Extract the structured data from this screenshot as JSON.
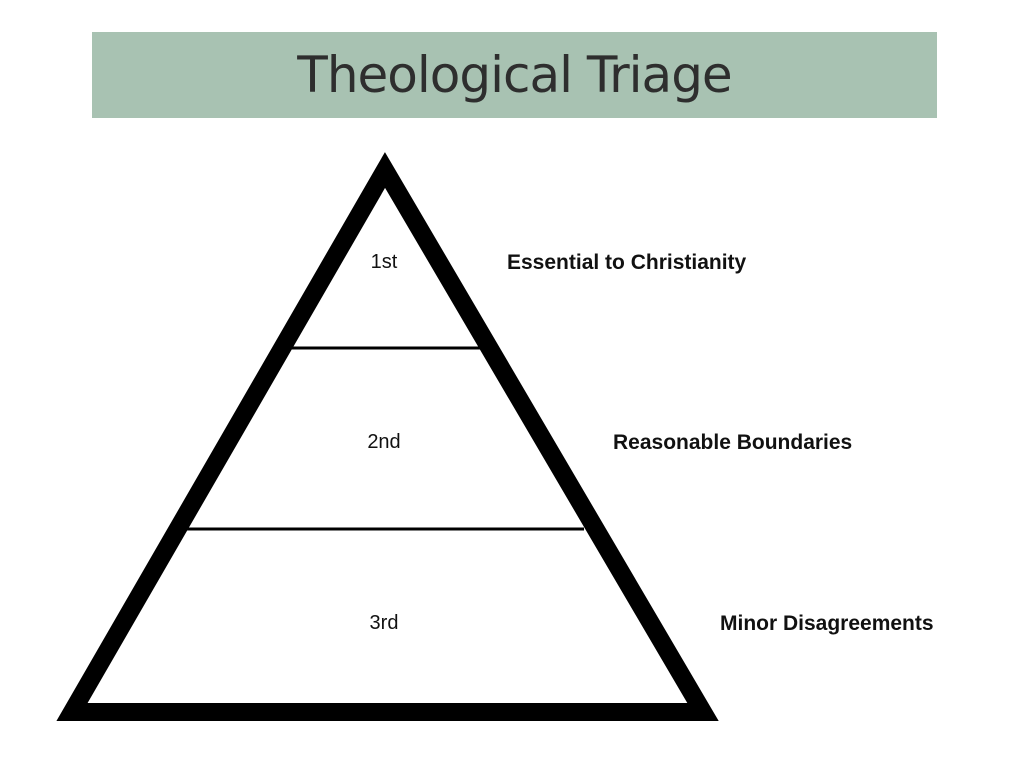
{
  "slide": {
    "title": "Theological Triage",
    "title_bar_color": "#a8c2b2"
  },
  "pyramid": {
    "tiers": [
      {
        "rank": "1st",
        "description": "Essential to Christianity"
      },
      {
        "rank": "2nd",
        "description": "Reasonable Boundaries"
      },
      {
        "rank": "3rd",
        "description": "Minor Disagreements"
      }
    ]
  }
}
